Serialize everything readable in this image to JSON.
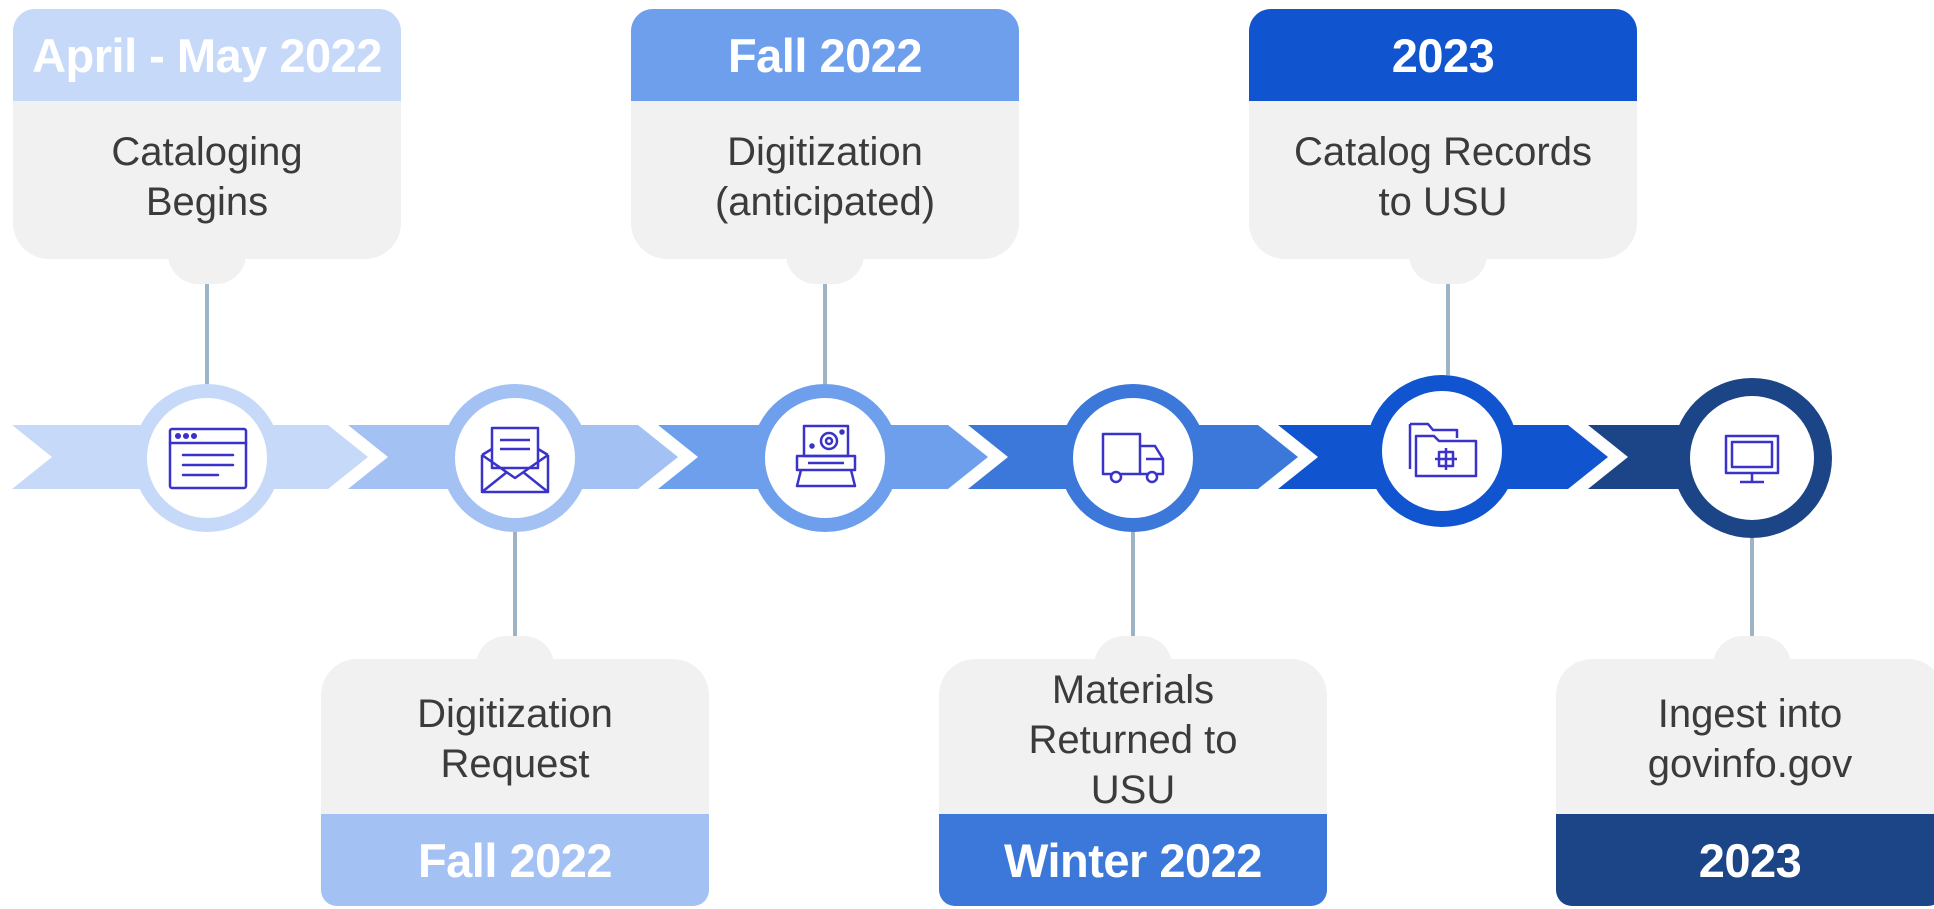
{
  "colors": {
    "stage1": "#c6d9f8",
    "stage2": "#a4c1f4",
    "stage3": "#6e9fec",
    "stage4": "#3b78d9",
    "stage5": "#1154cf",
    "stage6": "#1c4587",
    "card_background": "#f1f1f1",
    "card_text": "#3b3b3b",
    "icon_stroke": "#3a33c9",
    "connector": "#9db4c6"
  },
  "milestones": [
    {
      "date": "April - May 2022",
      "label": "Cataloging\nBegins",
      "position": "above",
      "icon": "web-page-icon",
      "color": "#c6d9f8"
    },
    {
      "date": "Fall 2022",
      "label": "Digitization\nRequest",
      "position": "below",
      "icon": "envelope-letter-icon",
      "color": "#a4c1f4"
    },
    {
      "date": "Fall 2022",
      "label": "Digitization\n(anticipated)",
      "position": "above",
      "icon": "scanner-icon",
      "color": "#6e9fec"
    },
    {
      "date": "Winter 2022",
      "label": "Materials\nReturned to\nUSU",
      "position": "below",
      "icon": "truck-icon",
      "color": "#3b78d9"
    },
    {
      "date": "2023",
      "label": "Catalog Records\nto USU",
      "position": "above",
      "icon": "folder-add-icon",
      "color": "#1154cf"
    },
    {
      "date": "2023",
      "label": "Ingest into\ngovinfo.gov",
      "position": "below",
      "icon": "monitor-icon",
      "color": "#1c4587"
    }
  ]
}
